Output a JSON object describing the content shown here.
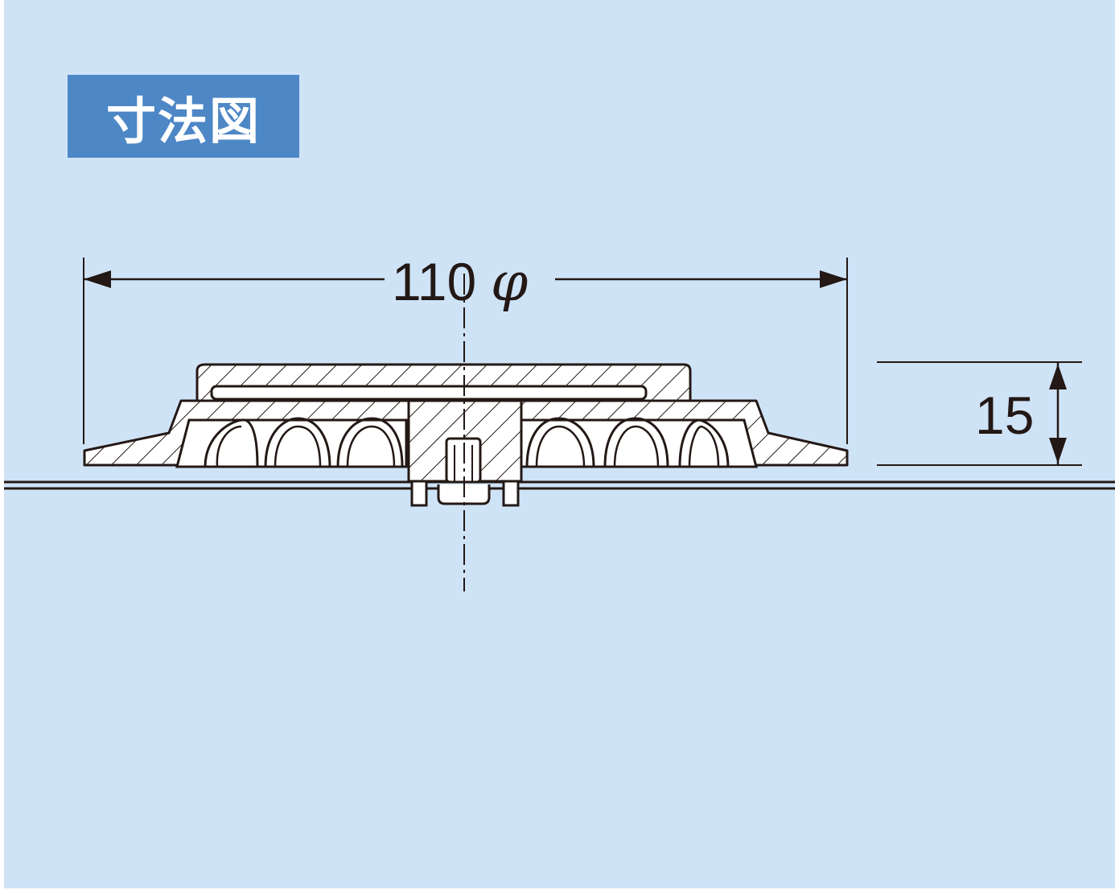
{
  "title": "寸法図",
  "dimensions": {
    "diameter_value": "110",
    "diameter_symbol": "φ",
    "height_value": "15"
  },
  "colors": {
    "background": "#cfe3f7",
    "title_badge": "#4d87c6",
    "line": "#231815",
    "part_fill": "#ffffff"
  }
}
